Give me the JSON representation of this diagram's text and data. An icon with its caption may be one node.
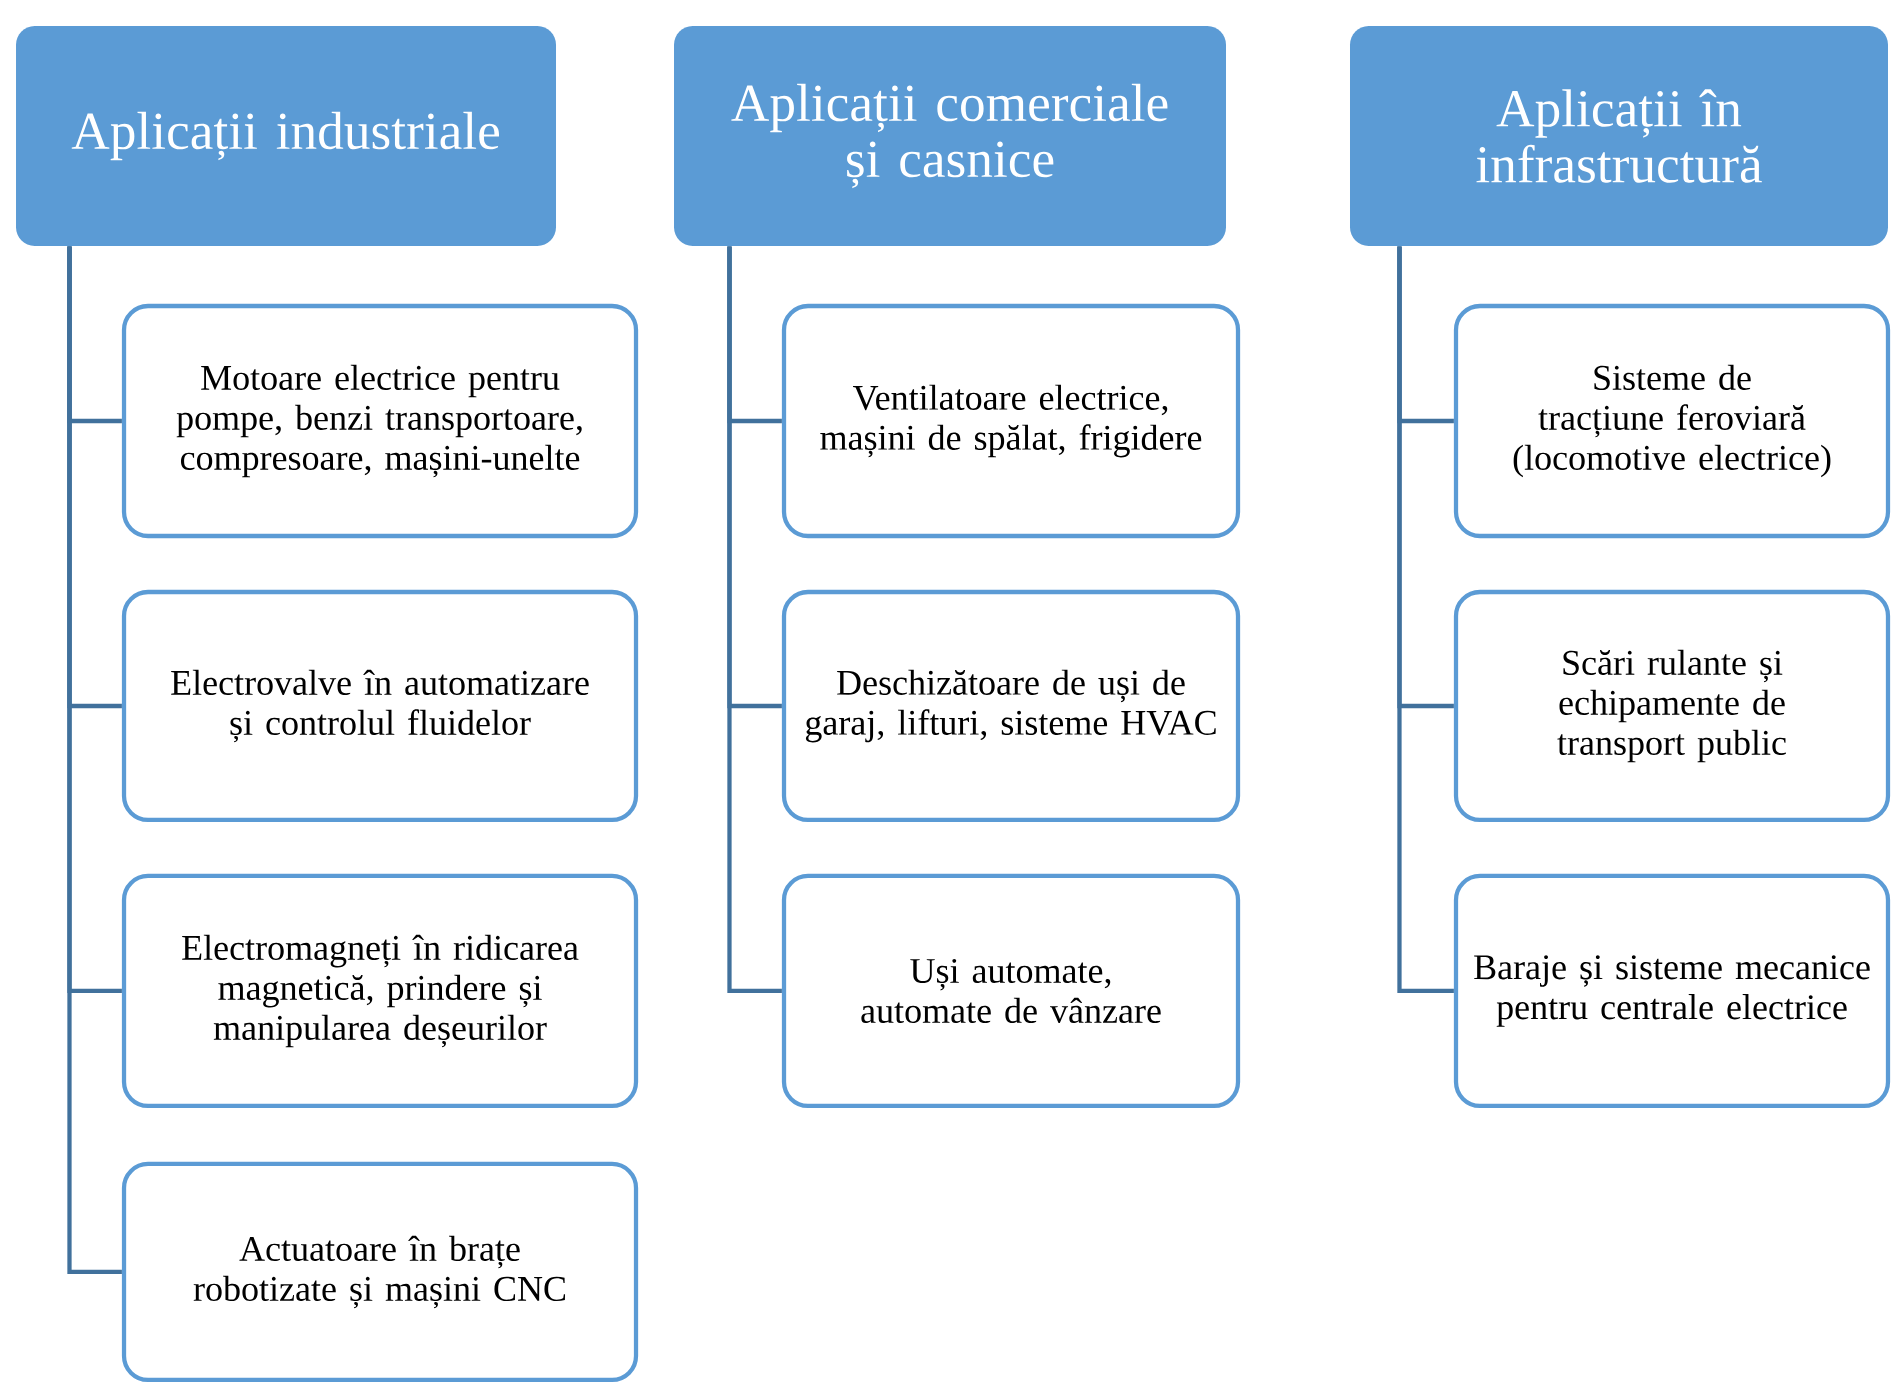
{
  "diagram": {
    "nodes": [
      {
        "text": [
          "Aplicații industriale"
        ]
      },
      {
        "text": [
          "Motoare electrice pentru pompe, benzi transportoare, compresoare, mașini-unelte"
        ]
      },
      {
        "text": [
          "Electrovalve în automatizare și controlul fluidelor"
        ]
      },
      {
        "text": [
          "Electromagneți în ridicarea magnetică, prindere și manipularea deșeurilor"
        ]
      },
      {
        "text": [
          "Actuatoare în brațe robotizate și mașini CNC"
        ]
      },
      {
        "text": [
          "Aplicații comerciale și casnice"
        ]
      },
      {
        "text": [
          "Ventilatoare electrice, mașini de spălat, frigidere"
        ]
      },
      {
        "text": [
          "Deschizătoare de uși de garaj, lifturi, sisteme HVAC"
        ]
      },
      {
        "text": [
          "Uși automate, automate de vânzare"
        ]
      },
      {
        "text": [
          "Aplicații în infrastructură"
        ]
      },
      {
        "text": [
          "Sisteme de tracțiune feroviară (locomotive electrice)"
        ]
      },
      {
        "text": [
          "Scări rulante și echipamente de transport public"
        ]
      },
      {
        "text": [
          "Baraje și sisteme mecanice pentru centrale electrice"
        ]
      }
    ],
    "edges": [
      {
        "from": 0,
        "to": 1,
        "arrow": "none"
      },
      {
        "from": 0,
        "to": 2,
        "arrow": "none"
      },
      {
        "from": 0,
        "to": 3,
        "arrow": "none"
      },
      {
        "from": 0,
        "to": 4,
        "arrow": "none"
      },
      {
        "from": 5,
        "to": 6,
        "arrow": "none"
      },
      {
        "from": 5,
        "to": 7,
        "arrow": "none"
      },
      {
        "from": 5,
        "to": 8,
        "arrow": "none"
      },
      {
        "from": 9,
        "to": 10,
        "arrow": "none"
      },
      {
        "from": 9,
        "to": 11,
        "arrow": "none"
      },
      {
        "from": 9,
        "to": 12,
        "arrow": "none"
      }
    ]
  }
}
